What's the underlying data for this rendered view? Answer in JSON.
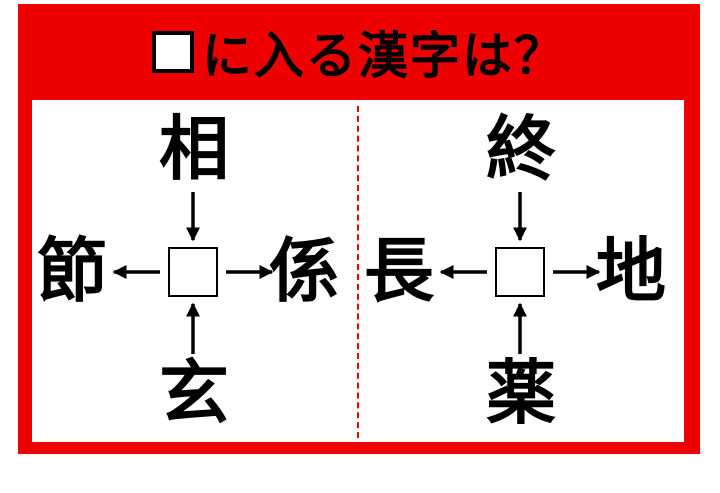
{
  "title": {
    "text": "に入る漢字は？"
  },
  "puzzles": [
    {
      "top": "相",
      "left": "節",
      "right": "係",
      "bottom": "玄"
    },
    {
      "top": "終",
      "left": "長",
      "right": "地",
      "bottom": "薬"
    }
  ],
  "colors": {
    "frame": "#ee0000",
    "text": "#000000",
    "panel": "#ffffff"
  }
}
